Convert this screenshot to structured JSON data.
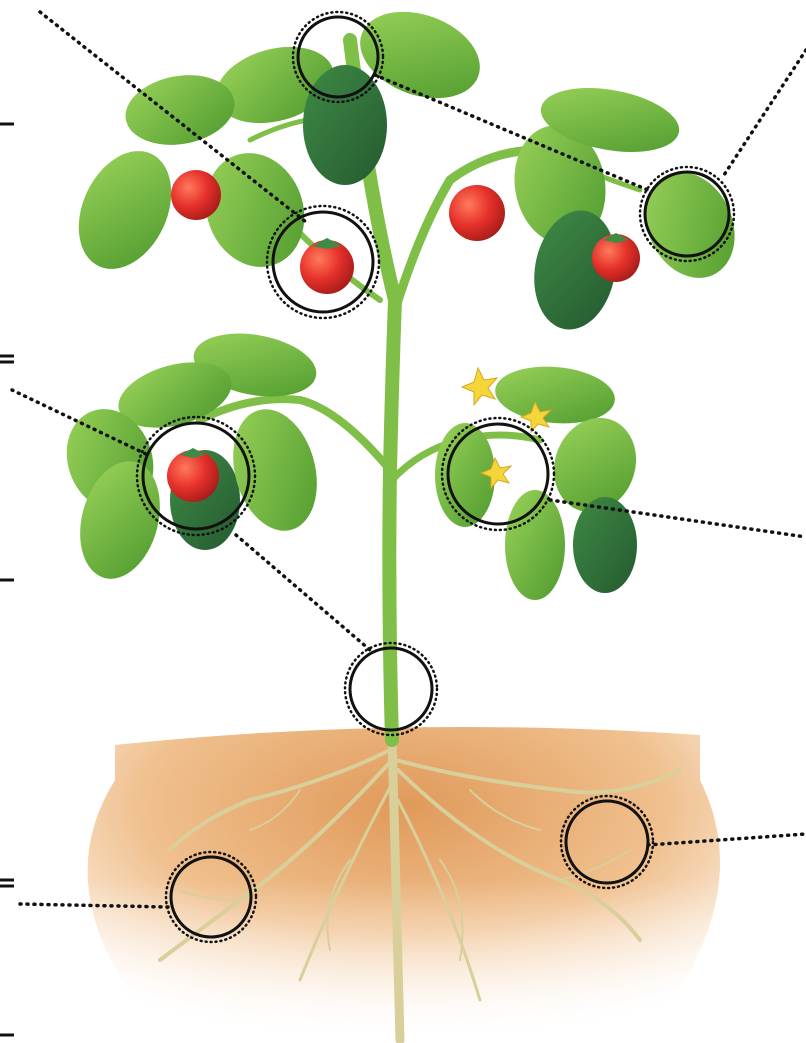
{
  "diagram": {
    "subject": "tomato plant",
    "labels_visible": false,
    "parts_marked": [
      "stem-tip",
      "fruit-upper",
      "leaf-right",
      "fruit-left",
      "flower",
      "stem-base",
      "root-left",
      "root-right"
    ],
    "colors": {
      "leaf_light": "#7cc242",
      "leaf_mid": "#4e9a2e",
      "leaf_dark": "#2f6e3a",
      "stem": "#7fbf48",
      "tomato": "#e5302a",
      "flower": "#f5d63a",
      "soil_top": "#d9884a",
      "soil_bottom": "#fbe6cc",
      "root": "#d8cf9a",
      "marker": "#111111"
    }
  }
}
